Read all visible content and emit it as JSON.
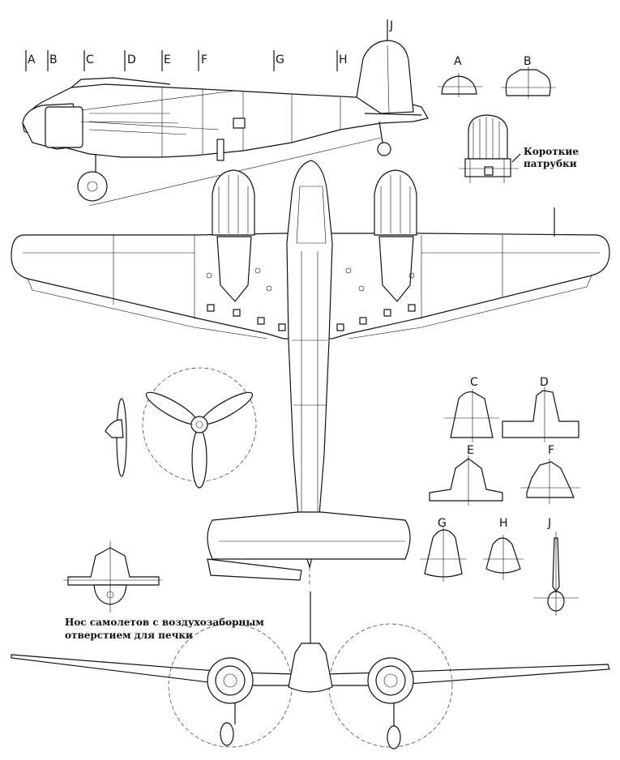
{
  "section_markers_side": [
    "A",
    "B",
    "C",
    "D",
    "E",
    "F",
    "G",
    "H",
    "J"
  ],
  "section_labels_top": [
    "A",
    "B"
  ],
  "section_labels_mid": [
    "C",
    "D",
    "E",
    "F"
  ],
  "section_labels_bottom": [
    "G",
    "H",
    "J"
  ],
  "note_exhaust": [
    "Короткие",
    "патрубки"
  ],
  "note_nose": [
    "Нос самолетов с воздухозаборным",
    "отверстием для печки"
  ]
}
